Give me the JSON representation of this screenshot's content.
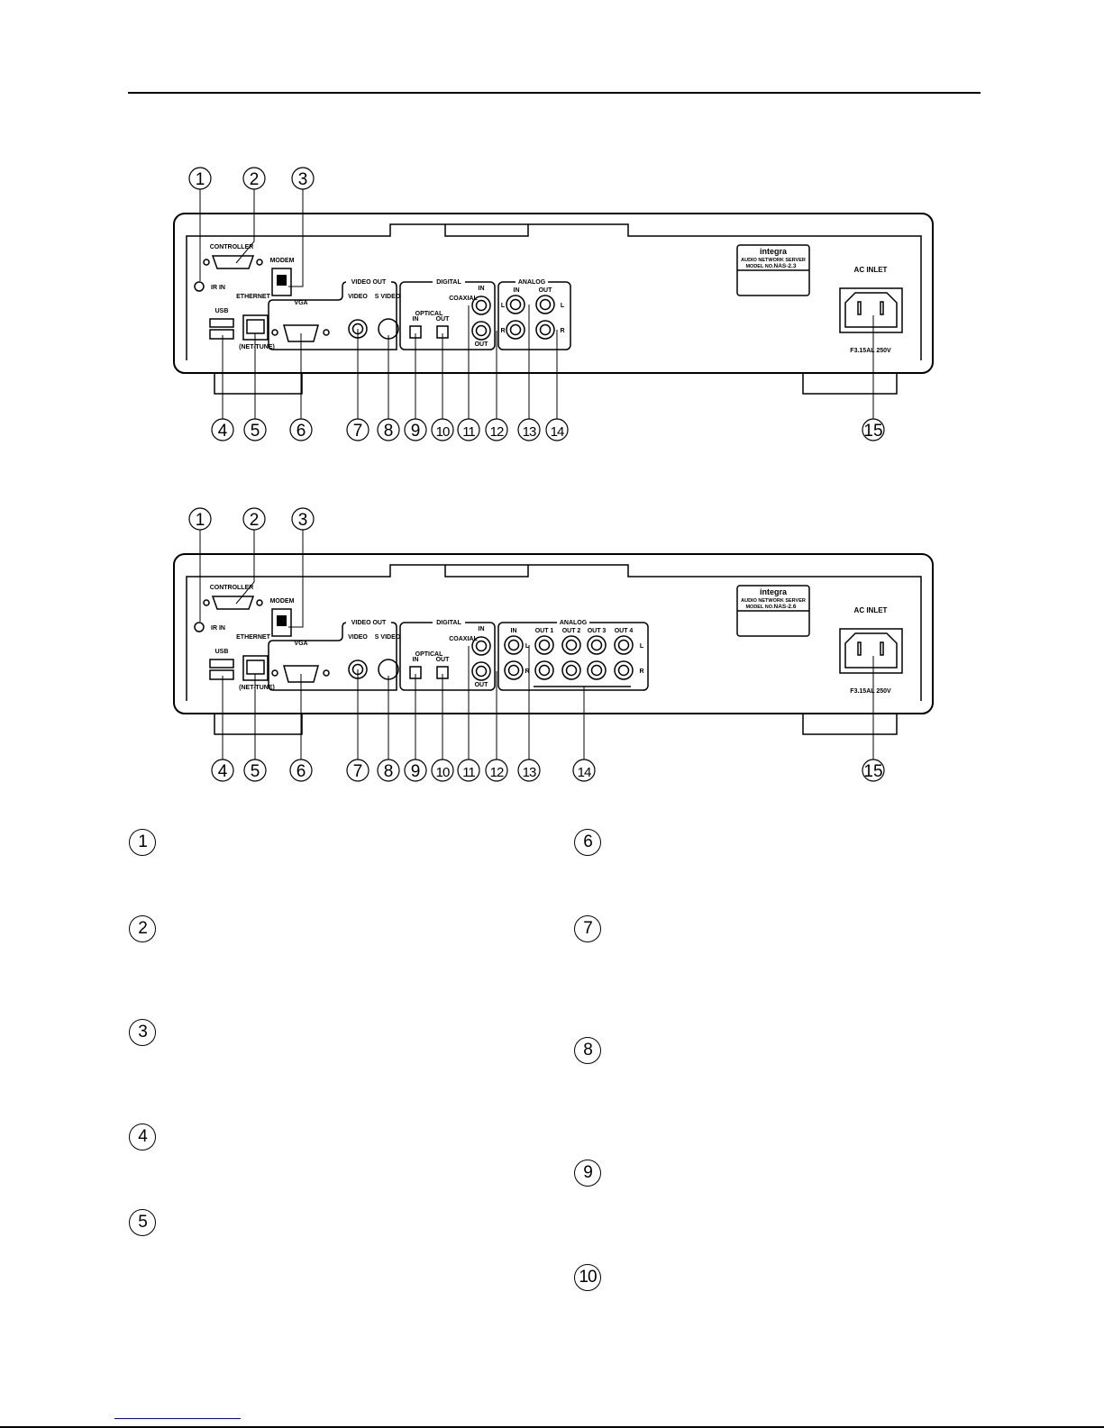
{
  "panels": [
    {
      "model": "NAS-2.3",
      "callouts_top": [
        "1",
        "2",
        "3"
      ],
      "callouts_bottom": [
        "4",
        "5",
        "6",
        "7",
        "8",
        "9",
        "10",
        "11",
        "12",
        "13",
        "14",
        "15"
      ],
      "labels": {
        "controller": "CONTROLLER",
        "ir_in": "IR IN",
        "modem": "MODEM",
        "ethernet": "ETHERNET",
        "net_tune": "(NET-TUNE)",
        "usb": "USB",
        "video_out": "VIDEO OUT",
        "vga": "VGA",
        "video": "VIDEO",
        "s_video": "S VIDEO",
        "digital": "DIGITAL",
        "coaxial": "COAXIAL",
        "optical": "OPTICAL",
        "in": "IN",
        "out": "OUT",
        "analog": "ANALOG",
        "l": "L",
        "r": "R",
        "brand": "integra",
        "product": "AUDIO NETWORK SERVER",
        "model_prefix": "MODEL NO.",
        "ac_inlet": "AC INLET",
        "fuse": "F3.15AL  250V"
      }
    },
    {
      "model": "NAS-2.6",
      "callouts_top": [
        "1",
        "2",
        "3"
      ],
      "callouts_bottom": [
        "4",
        "5",
        "6",
        "7",
        "8",
        "9",
        "10",
        "11",
        "12",
        "13",
        "14",
        "15"
      ],
      "labels": {
        "controller": "CONTROLLER",
        "ir_in": "IR IN",
        "modem": "MODEM",
        "ethernet": "ETHERNET",
        "net_tune": "(NET-TUNE)",
        "usb": "USB",
        "video_out": "VIDEO OUT",
        "vga": "VGA",
        "video": "VIDEO",
        "s_video": "S VIDEO",
        "digital": "DIGITAL",
        "coaxial": "COAXIAL",
        "optical": "OPTICAL",
        "in": "IN",
        "out": "OUT",
        "analog": "ANALOG",
        "l": "L",
        "r": "R",
        "out1": "OUT 1",
        "out2": "OUT 2",
        "out3": "OUT 3",
        "out4": "OUT 4",
        "brand": "integra",
        "product": "AUDIO NETWORK SERVER",
        "model_prefix": "MODEL NO.",
        "ac_inlet": "AC INLET",
        "fuse": "F3.15AL  250V"
      }
    }
  ],
  "legend": {
    "left": [
      "1",
      "2",
      "3",
      "4",
      "5"
    ],
    "right": [
      "6",
      "7",
      "8",
      "9",
      "10"
    ]
  }
}
